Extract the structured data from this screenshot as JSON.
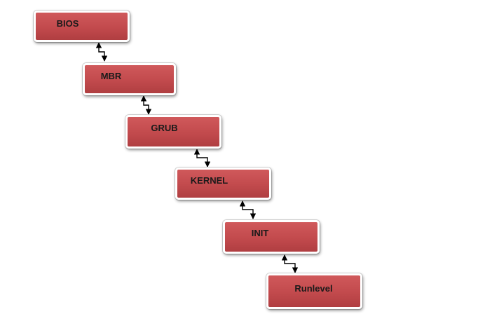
{
  "diagram": {
    "nodes": [
      {
        "label": "BIOS"
      },
      {
        "label": "MBR"
      },
      {
        "label": "GRUB"
      },
      {
        "label": "KERNEL"
      },
      {
        "label": "INIT"
      },
      {
        "label": "Runlevel"
      }
    ],
    "colors": {
      "node_fill": "#c24a4d",
      "node_border": "#ffffff",
      "connector": "#000000",
      "label_text": "#1a1a1a"
    }
  }
}
